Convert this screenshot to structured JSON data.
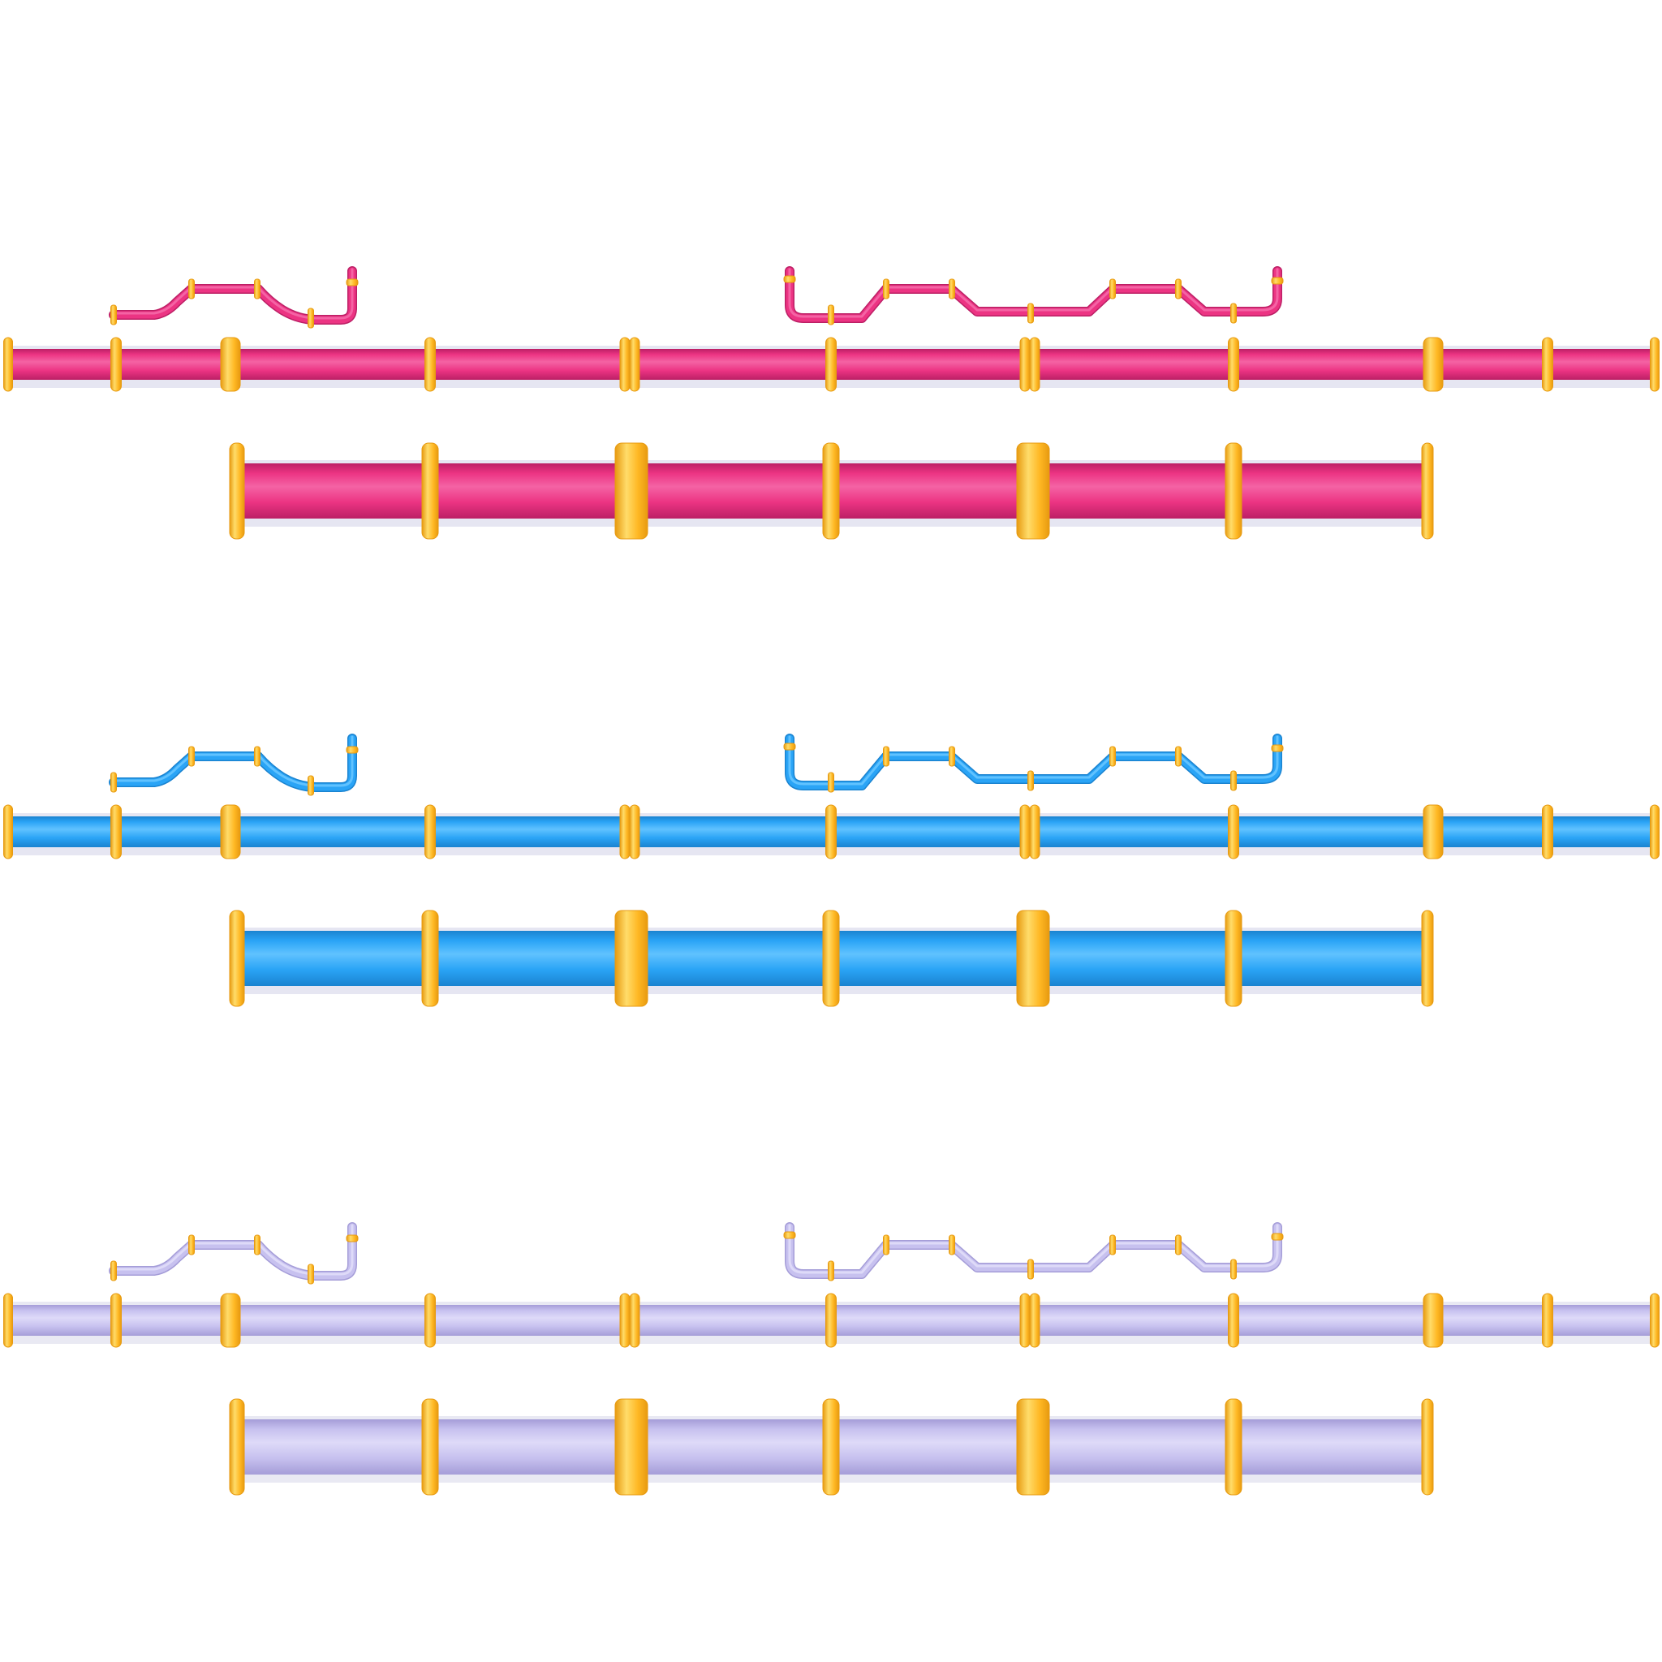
{
  "sheet": {
    "kind": "pipe-sprite-sheet",
    "background": "#ffffff",
    "flange_color": "#ffb824",
    "flange_shade": "#e79a10",
    "flange_highlight": "#ffdc6a",
    "variants": [
      {
        "name": "magenta",
        "pipe": "#ec3483",
        "light": "#f463a4",
        "dark": "#bc1f65",
        "backing": "#e6e6f2"
      },
      {
        "name": "blue",
        "pipe": "#2aa4f6",
        "light": "#60c2ff",
        "dark": "#1a83d0",
        "backing": "#e6e6f2"
      },
      {
        "name": "lavender",
        "pipe": "#c7c1ef",
        "light": "#dedaf8",
        "dark": "#a59dd8",
        "backing": "#e9e9f3"
      }
    ]
  }
}
